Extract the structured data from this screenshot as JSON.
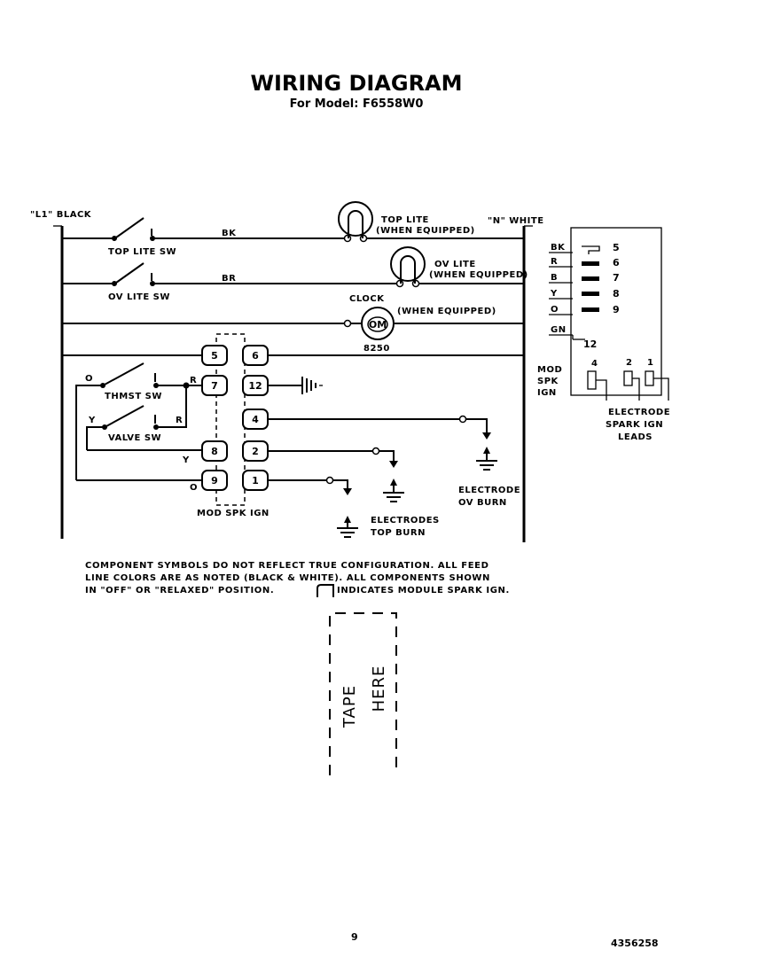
{
  "header": {
    "title": "WIRING DIAGRAM",
    "subtitle": "For Model: F6558W0"
  },
  "rails": {
    "l1": "\"L1\" BLACK",
    "n": "\"N\" WHITE"
  },
  "switches": {
    "top_lite": "TOP LITE SW",
    "ov_lite": "OV LITE SW",
    "thmst": "THMST SW",
    "valve": "VALVE SW"
  },
  "lights": {
    "top": {
      "line1": "TOP LITE",
      "line2": "(WHEN EQUIPPED)"
    },
    "ov": {
      "line1": "OV LITE",
      "line2": "(WHEN EQUIPPED)"
    }
  },
  "clock": {
    "label": "CLOCK",
    "symbol": "OM",
    "note": "(WHEN EQUIPPED)",
    "part": "8250"
  },
  "wire_colors": {
    "bk": "BK",
    "br": "BR",
    "o": "O",
    "y": "Y",
    "r": "R"
  },
  "module": {
    "label": "MOD SPK IGN",
    "left_pins": [
      "5",
      "7",
      "8",
      "9"
    ],
    "right_pins": [
      "6",
      "12",
      "4",
      "2",
      "1"
    ]
  },
  "electrodes": {
    "ov": {
      "line1": "ELECTRODE",
      "line2": "OV BURN"
    },
    "top": {
      "line1": "ELECTRODES",
      "line2": "TOP BURN"
    }
  },
  "connector": {
    "colors": [
      "BK",
      "R",
      "B",
      "Y",
      "O",
      "GN"
    ],
    "pins": [
      "5",
      "6",
      "7",
      "8",
      "9",
      "12"
    ],
    "side_label": [
      "MOD",
      "SPK",
      "IGN"
    ],
    "lead_numbers": [
      "4",
      "2",
      "1"
    ],
    "leads_label": [
      "ELECTRODE",
      "SPARK IGN",
      "LEADS"
    ]
  },
  "notes": {
    "line1": "COMPONENT SYMBOLS DO NOT REFLECT TRUE CONFIGURATION.  ALL FEED",
    "line2": "LINE COLORS ARE AS NOTED (BLACK & WHITE).  ALL COMPONENTS SHOWN",
    "line3a": "IN \"OFF\" OR \"RELAXED\" POSITION.",
    "line3b": "INDICATES MODULE SPARK IGN."
  },
  "tape": {
    "word1": "TAPE",
    "word2": "HERE"
  },
  "footer": {
    "page": "9",
    "part_number": "4356258"
  }
}
